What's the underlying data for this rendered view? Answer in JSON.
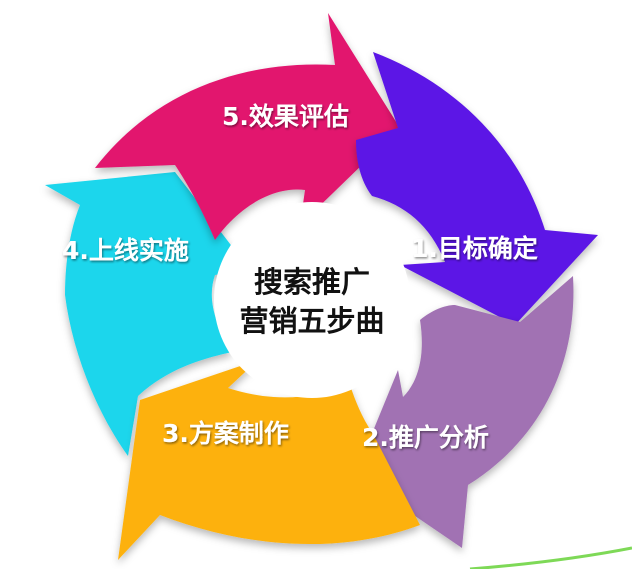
{
  "diagram": {
    "center": {
      "line1": "搜索推广",
      "line2": "营销五步曲"
    },
    "steps": [
      {
        "label": "1.目标确定",
        "color": "#5b17e6"
      },
      {
        "label": "2.推广分析",
        "color": "#a172b3"
      },
      {
        "label": "3.方案制作",
        "color": "#fdb10f"
      },
      {
        "label": "4.上线实施",
        "color": "#1bd6ec"
      },
      {
        "label": "5.效果评估",
        "color": "#e2166e"
      }
    ]
  }
}
